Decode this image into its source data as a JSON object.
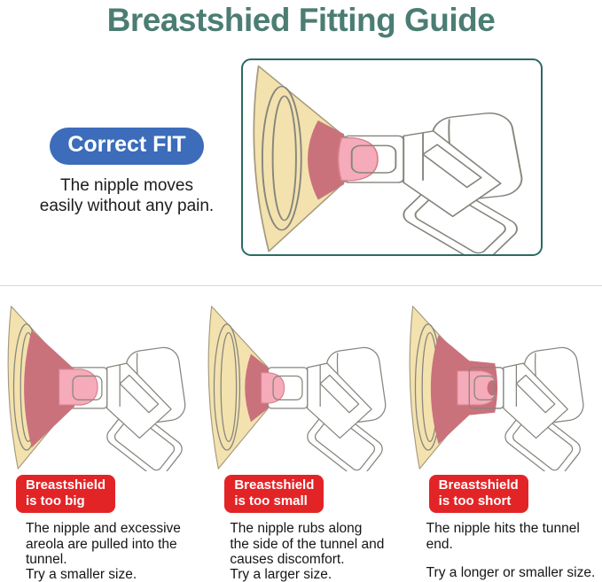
{
  "page": {
    "title": "Breastshied Fitting Guide"
  },
  "correct_section": {
    "badge_label": "Correct FIT",
    "caption": "The nipple moves\neasily without any pain."
  },
  "issues": [
    {
      "label": "Breastshield\nis too big",
      "description": "The nipple and excessive\nareola are pulled into the\ntunnel.",
      "advice": "Try a smaller size."
    },
    {
      "label": "Breastshield\nis too small",
      "description": "The nipple rubs along\nthe side of the tunnel and\ncauses discomfort.",
      "advice": "Try a larger size."
    },
    {
      "label": "Breastshield\nis too short",
      "description": "The nipple hits the tunnel\nend.",
      "advice": "Try a longer or smaller size."
    }
  ],
  "colors": {
    "title_teal": "#4B7D73",
    "frame_teal": "#2D6A62",
    "badge_blue": "#3C6CBA",
    "label_red": "#E32427",
    "breast_skin": "#F3E2AE",
    "areola_pink": "#C9727C",
    "nipple_pink": "#F5ABB9"
  }
}
